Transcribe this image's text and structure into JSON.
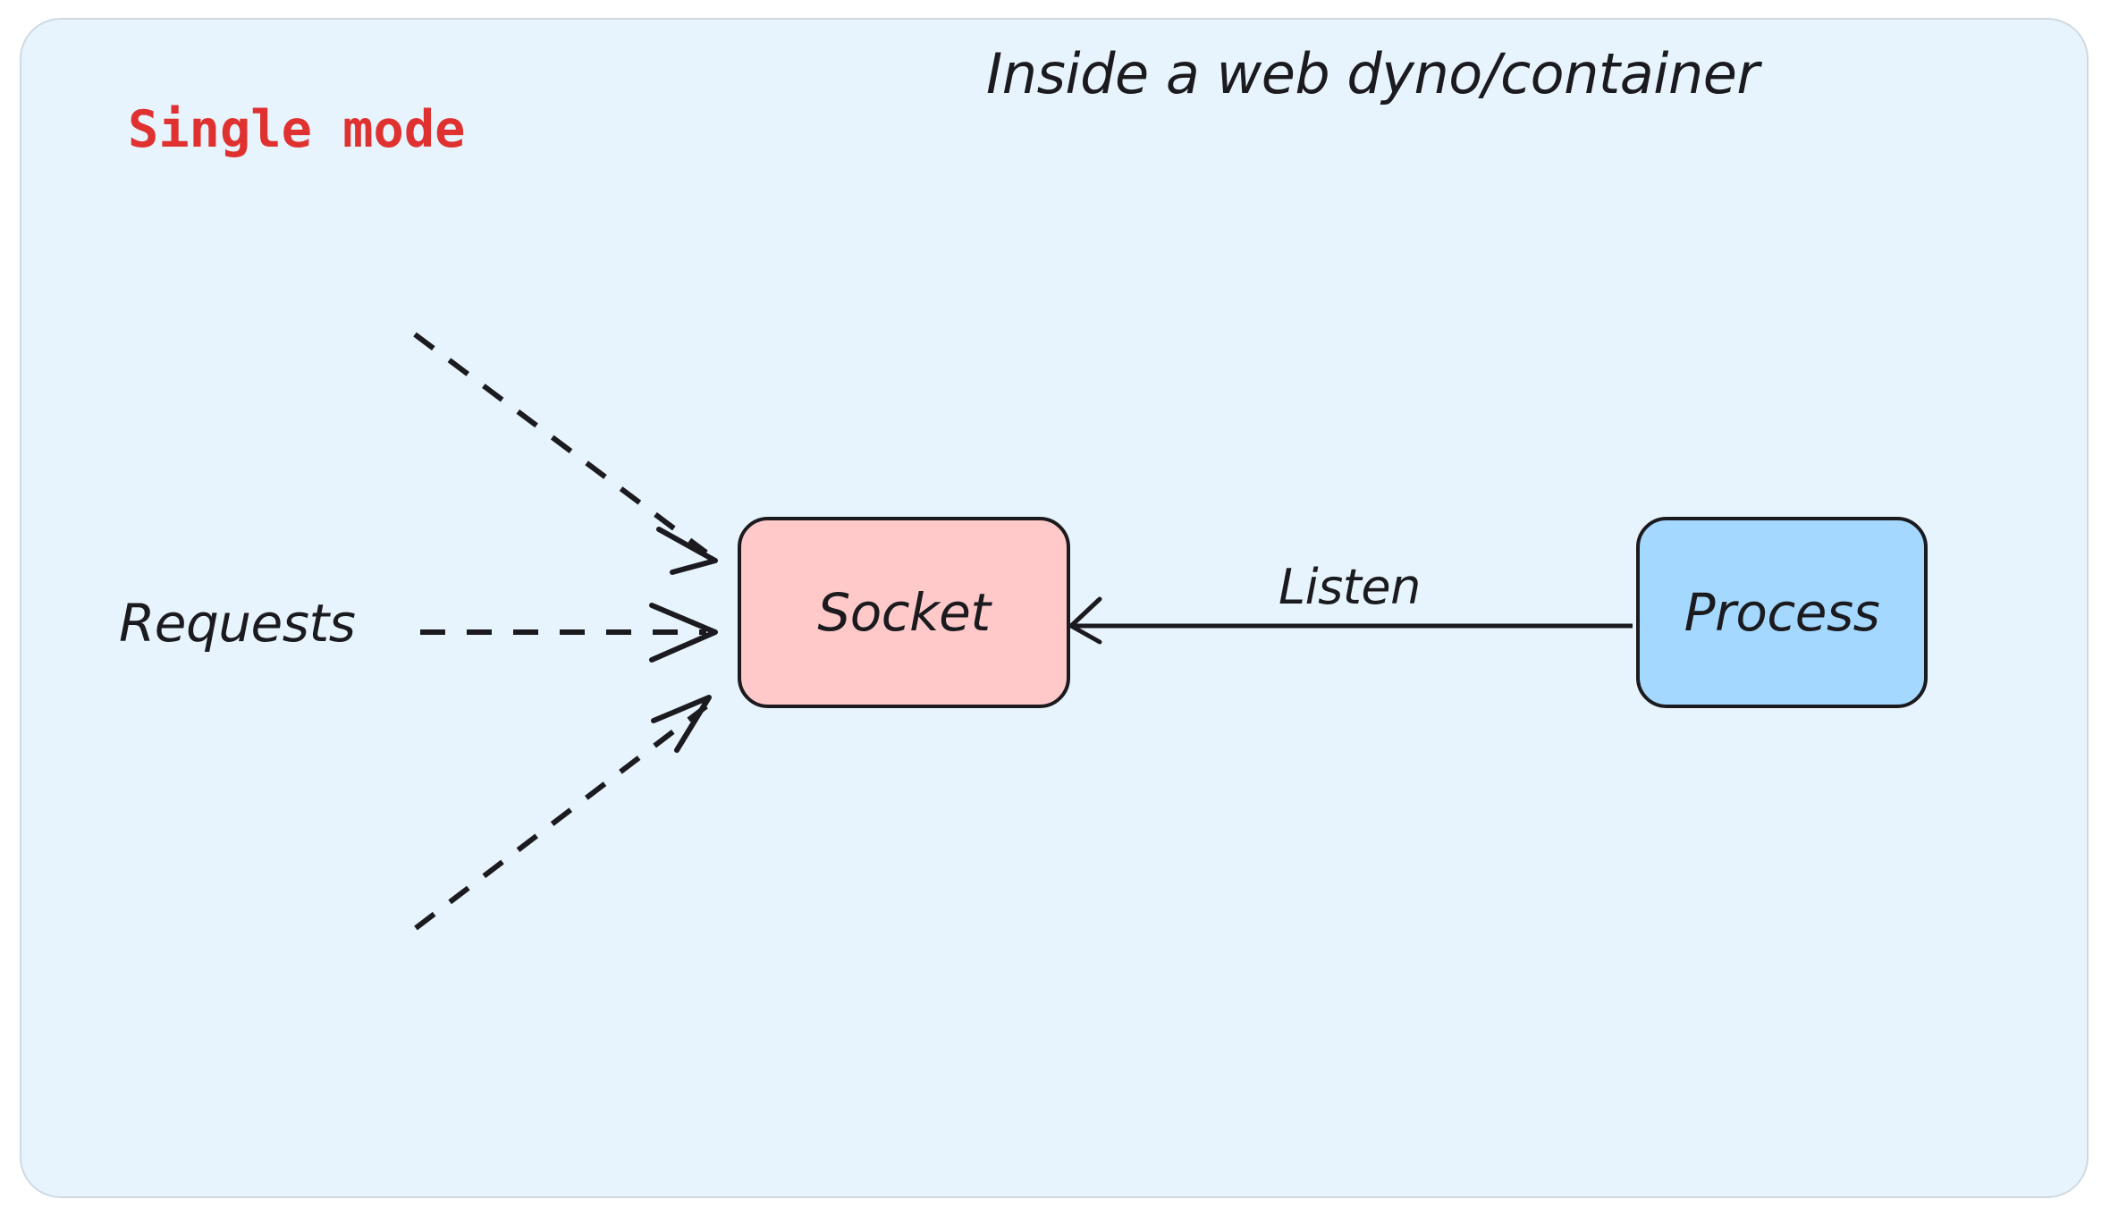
{
  "diagram": {
    "container": {
      "title": "Inside a web dyno/container",
      "background_color": "#e8f4fd",
      "border_color": "#cfd9e2"
    },
    "mode": {
      "label": "Single mode",
      "color": "#e03131"
    },
    "nodes": [
      {
        "id": "socket",
        "label": "Socket",
        "fill_color": "#ffc9c9",
        "stroke_color": "#1b1b1f"
      },
      {
        "id": "process",
        "label": "Process",
        "fill_color": "#a5d8ff",
        "stroke_color": "#1b1b1f"
      }
    ],
    "edges": [
      {
        "id": "requests-main",
        "label": "Requests",
        "style": "dashed",
        "from": "requests",
        "to": "socket",
        "arrowhead": "to"
      },
      {
        "id": "requests-top",
        "label": "",
        "style": "dashed",
        "from": "requests",
        "to": "socket",
        "arrowhead": "to"
      },
      {
        "id": "requests-bottom",
        "label": "",
        "style": "dashed",
        "from": "requests",
        "to": "socket",
        "arrowhead": "to"
      },
      {
        "id": "listen",
        "label": "Listen",
        "style": "solid",
        "from": "process",
        "to": "socket",
        "arrowhead": "to"
      }
    ]
  }
}
